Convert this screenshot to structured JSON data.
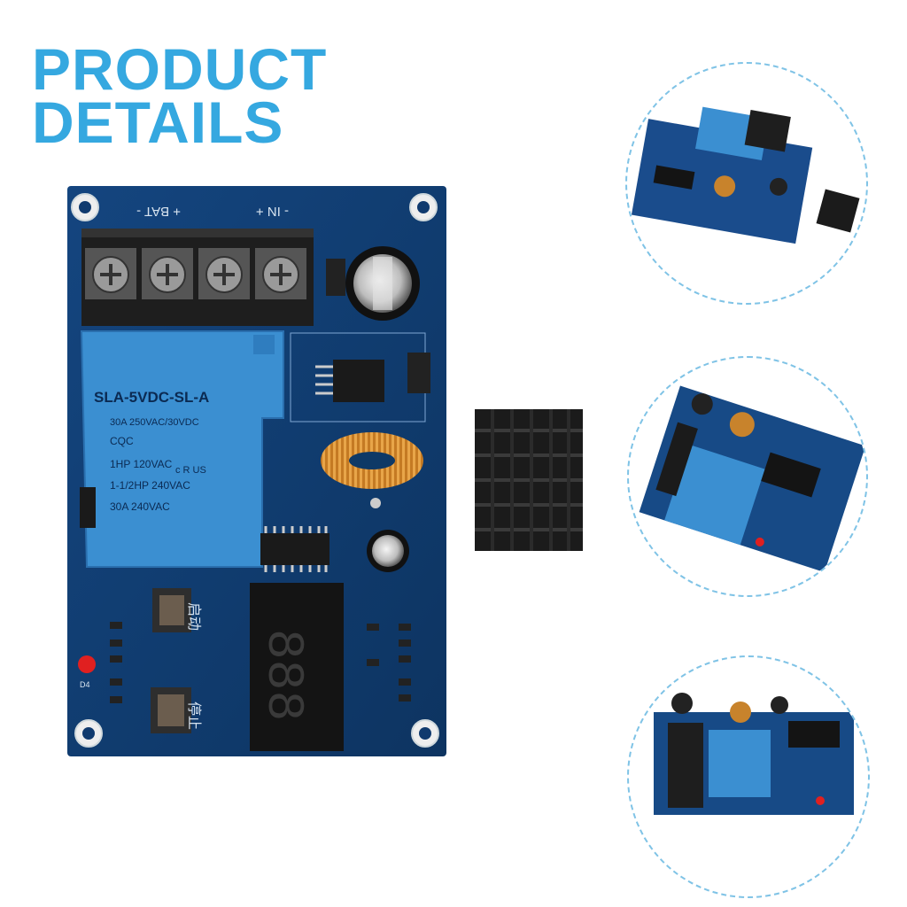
{
  "heading": {
    "line1": "PRODUCT",
    "line2": "DETAILS"
  },
  "board": {
    "terminal_label_bat": "+ BAT -",
    "terminal_label_in": "- IN +",
    "relay_model": "SLA-5VDC-SL-A",
    "relay_rating1": "30A  250VAC/30VDC",
    "relay_cert": "CQC",
    "relay_rating2": "1HP 120VAC",
    "relay_rating3": "1-1/2HP 240VAC",
    "relay_rating4": "30A 240VAC",
    "relay_ul": "c R US",
    "button_start_label": "启动",
    "button_stop_label": "停止",
    "display_digits": "888",
    "indicator_label": "D4"
  },
  "colors": {
    "heading": "#35a8e0",
    "pcb": "#103a6e",
    "relay": "#3b8fd1",
    "circle_border": "#7fc3e6",
    "heatsink": "#1b1b1b",
    "inductor": "#c8832c",
    "led_red": "#e02020"
  },
  "icons": [
    "relay-icon",
    "heatsink-icon",
    "capacitor-icon",
    "inductor-icon",
    "seven-segment-display-icon",
    "push-button-icon",
    "terminal-block-icon"
  ]
}
